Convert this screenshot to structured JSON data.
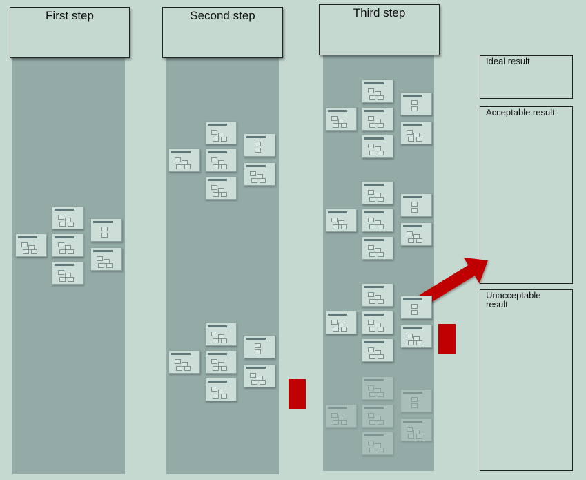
{
  "steps": {
    "first": "First step",
    "second": "Second step",
    "third": "Third step"
  },
  "results": {
    "ideal": "Ideal result",
    "acceptable": "Acceptable result",
    "unacceptable": "Unacceptable result"
  },
  "colors": {
    "background": "#c6d9d1",
    "column": "#93aaa6",
    "arrow": "#5f7a82",
    "highlight": "#c00000"
  }
}
